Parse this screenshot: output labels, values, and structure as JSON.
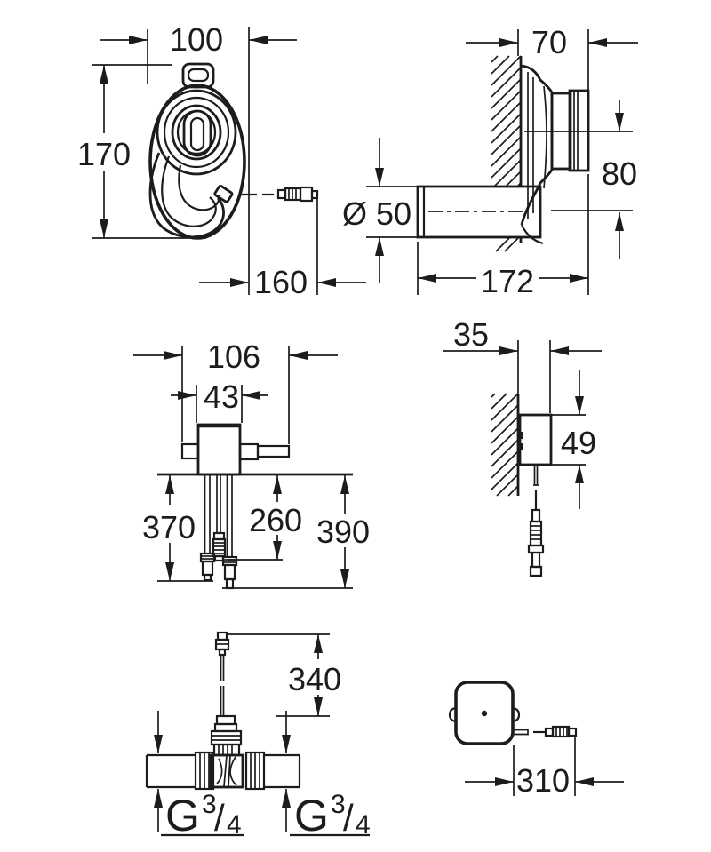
{
  "colors": {
    "ink": "#1c1c1c",
    "background": "#ffffff"
  },
  "views": {
    "control_unit_front": {
      "width": "100",
      "height": "170",
      "cable_length": "160"
    },
    "spout_side": {
      "wall_offset": "70",
      "height_offset": "80",
      "diameter": "Ø 50",
      "length": "172"
    },
    "mixer_front": {
      "overall_width": "106",
      "body_width": "43",
      "hose_length_left": "370",
      "cable_length_middle": "260",
      "hose_length_right": "390"
    },
    "sensor_side": {
      "depth": "35",
      "height": "49"
    },
    "valve_front": {
      "cable_length": "340",
      "thread_left": {
        "prefix": "G",
        "numerator": "3",
        "slash": "/",
        "denominator": "4"
      },
      "thread_right": {
        "prefix": "G",
        "numerator": "3",
        "slash": "/",
        "denominator": "4"
      }
    },
    "sensor_front": {
      "cable_length": "310"
    }
  }
}
